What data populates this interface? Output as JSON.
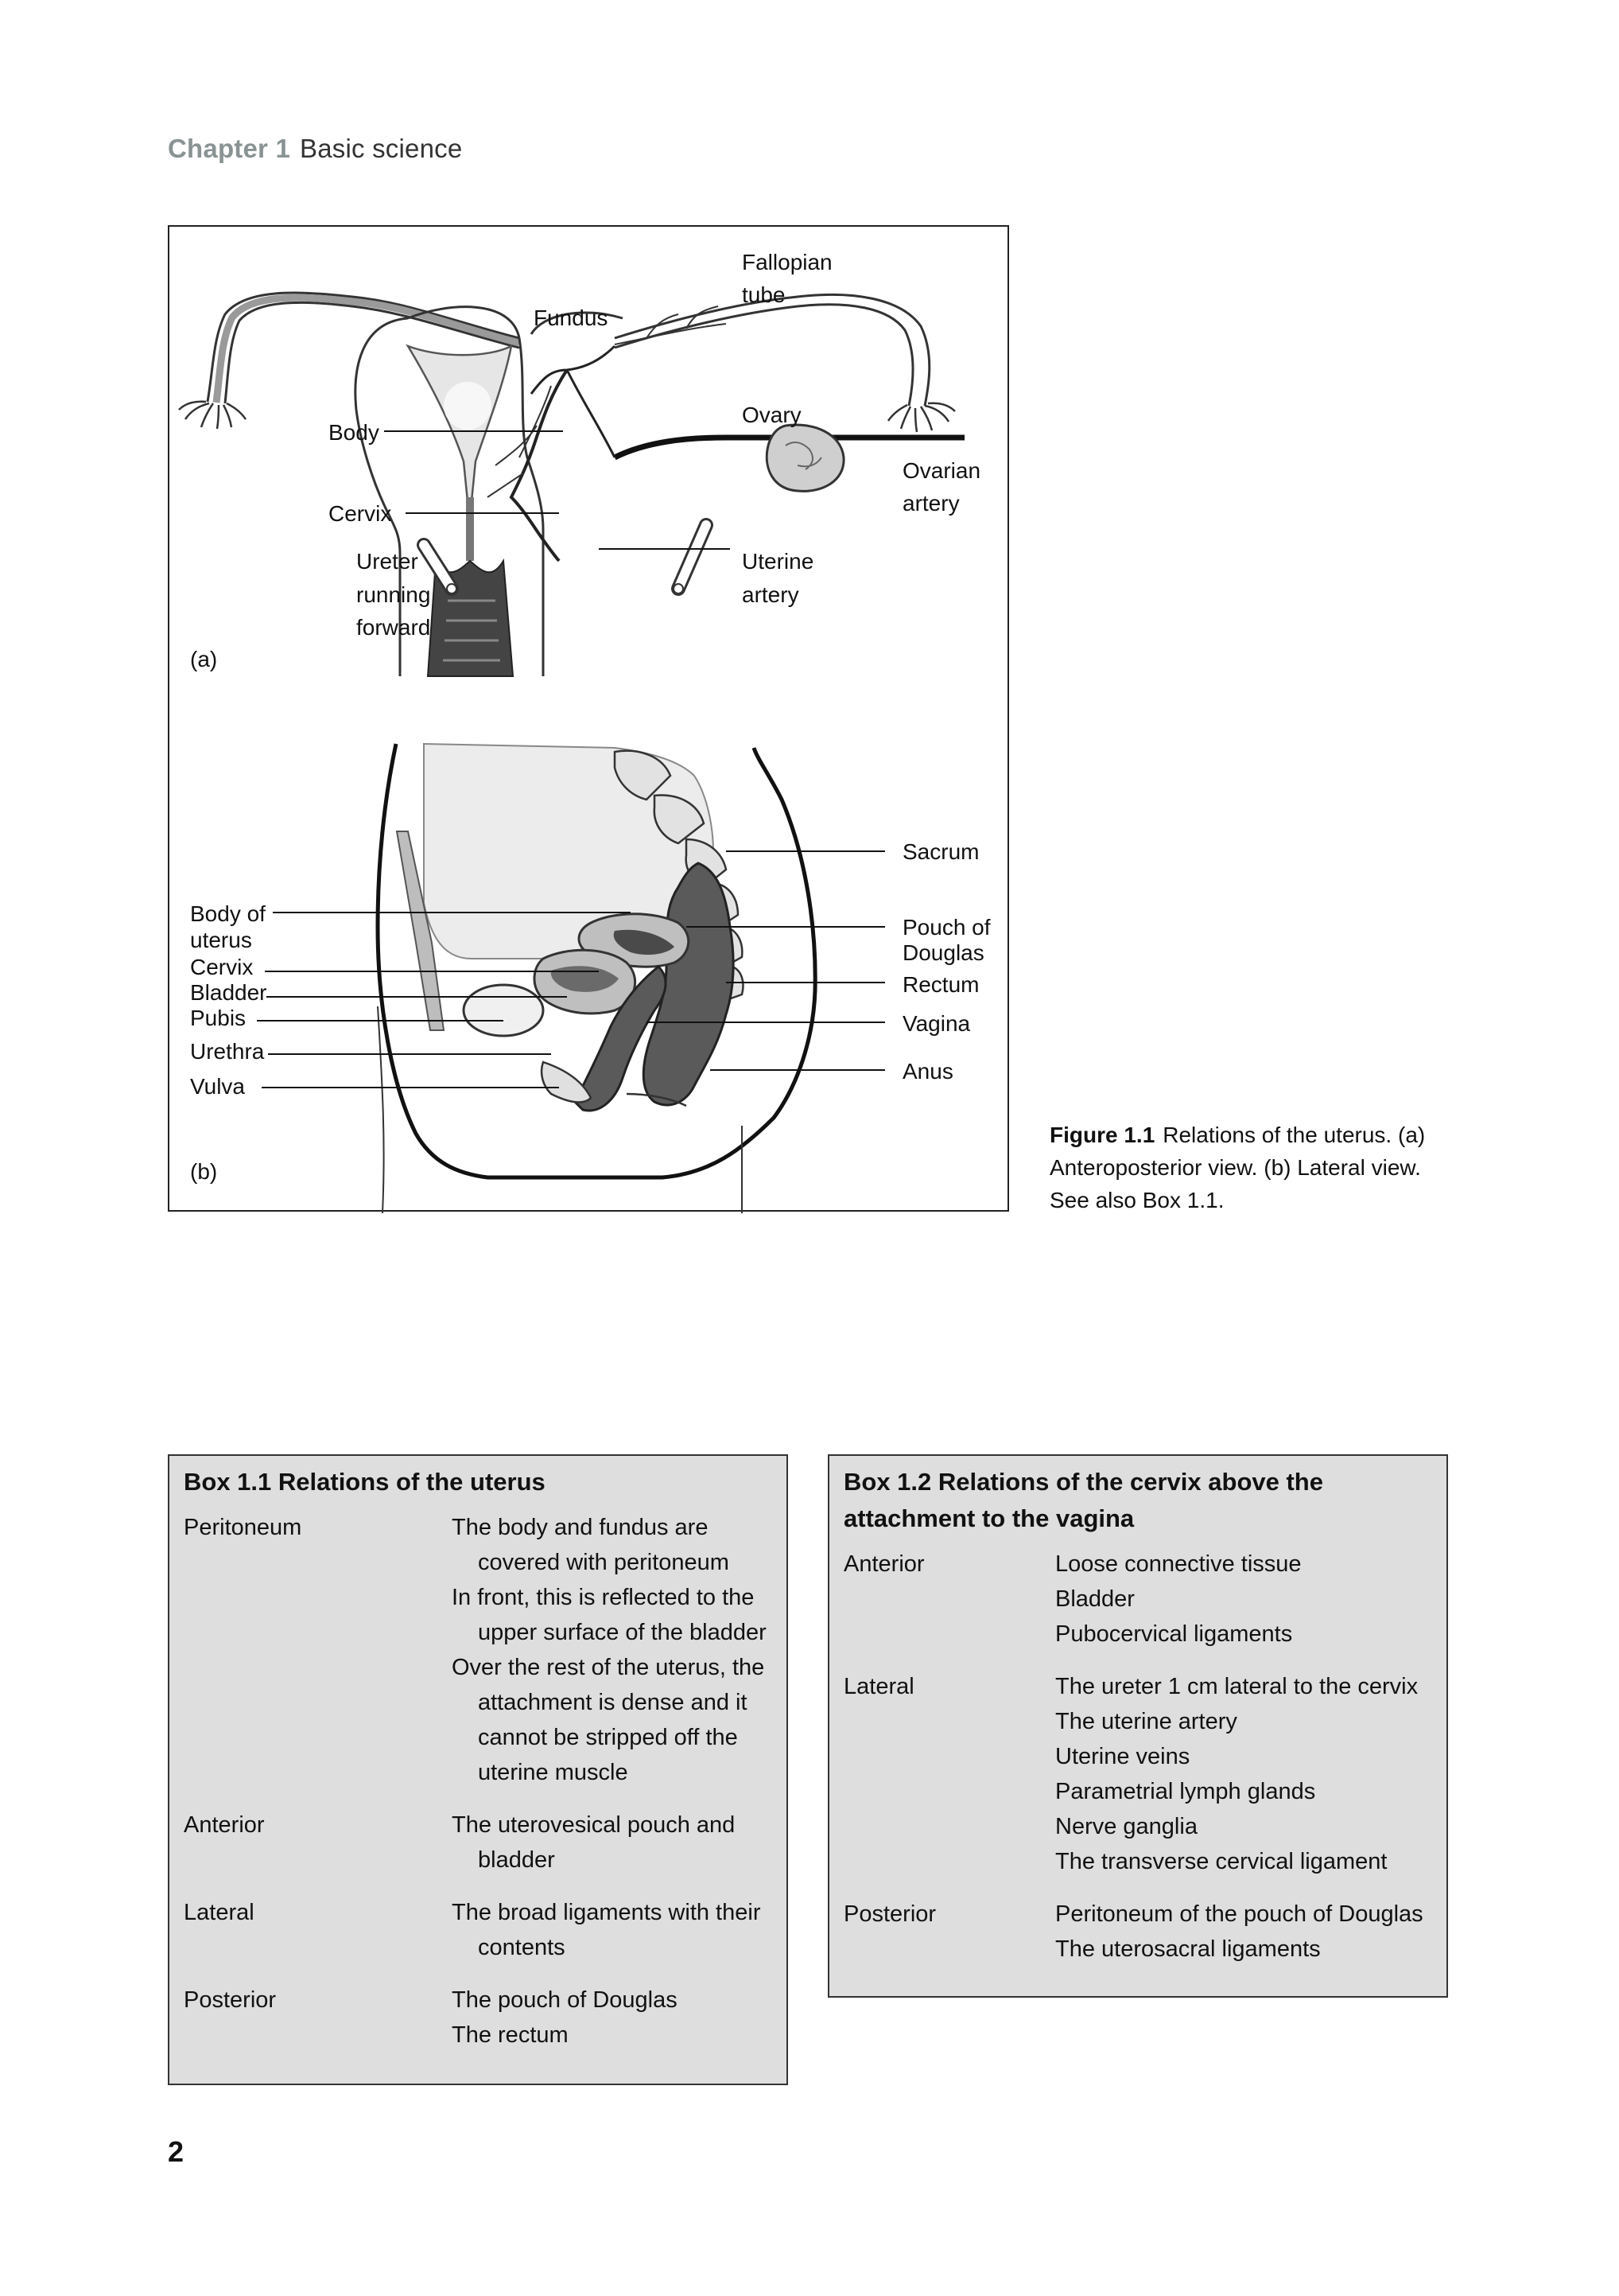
{
  "header": {
    "chapter": "Chapter 1",
    "section": "Basic science"
  },
  "figure": {
    "panel_a": {
      "tag": "(a)",
      "labels": {
        "fallopian_tube_1": "Fallopian",
        "fallopian_tube_2": "tube",
        "fundus": "Fundus",
        "body": "Body",
        "ovary": "Ovary",
        "ovarian_artery_1": "Ovarian",
        "ovarian_artery_2": "artery",
        "cervix": "Cervix",
        "ureter_1": "Ureter",
        "ureter_2": "running",
        "ureter_3": "forward",
        "uterine_artery_1": "Uterine",
        "uterine_artery_2": "artery"
      }
    },
    "panel_b": {
      "tag": "(b)",
      "labels": {
        "sacrum": "Sacrum",
        "body_of_uterus_1": "Body of",
        "body_of_uterus_2": "uterus",
        "pouch_1": "Pouch of",
        "pouch_2": "Douglas",
        "cervix": "Cervix",
        "rectum": "Rectum",
        "bladder": "Bladder",
        "pubis": "Pubis",
        "vagina": "Vagina",
        "urethra": "Urethra",
        "anus": "Anus",
        "vulva": "Vulva"
      }
    },
    "caption": {
      "number": "Figure 1.1",
      "text": "Relations of the uterus. (a) Anteroposterior view. (b) Lateral view. See also Box 1.1."
    }
  },
  "box1": {
    "title": "Box 1.1  Relations of the uterus",
    "rows": [
      {
        "key": "Peritoneum",
        "lines": [
          "The body and fundus are covered with peritoneum",
          "In front, this is reflected to the upper surface of the bladder",
          "Over the rest of the uterus, the attachment is dense and it cannot be stripped off the uterine muscle"
        ]
      },
      {
        "key": "Anterior",
        "lines": [
          "The uterovesical pouch and bladder"
        ]
      },
      {
        "key": "Lateral",
        "lines": [
          "The broad ligaments with their contents"
        ]
      },
      {
        "key": "Posterior",
        "lines": [
          "The pouch of Douglas",
          "The rectum"
        ]
      }
    ]
  },
  "box2": {
    "title": "Box 1.2  Relations of the cervix above the attachment to the vagina",
    "rows": [
      {
        "key": "Anterior",
        "lines": [
          "Loose connective tissue",
          "Bladder",
          "Pubocervical ligaments"
        ]
      },
      {
        "key": "Lateral",
        "lines": [
          "The ureter 1 cm lateral to the cervix",
          "The uterine artery",
          "Uterine veins",
          "Parametrial lymph glands",
          "Nerve ganglia",
          "The transverse cervical ligament"
        ]
      },
      {
        "key": "Posterior",
        "lines": [
          "Peritoneum of the pouch of Douglas",
          "The uterosacral ligaments"
        ]
      }
    ]
  },
  "page_number": "2"
}
